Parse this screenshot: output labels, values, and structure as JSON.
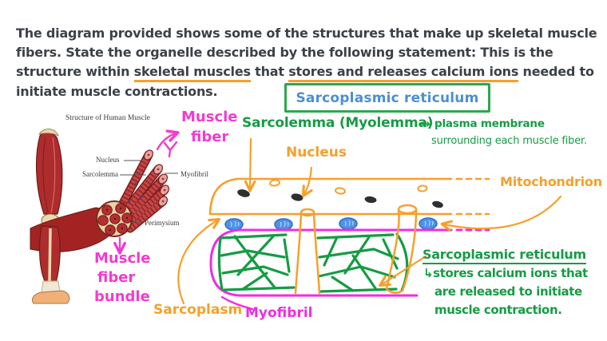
{
  "question": {
    "line1": "The diagram provided shows some of the structures that make up skeletal muscle",
    "line2": "fibers.  State the organelle described by the following statement:  This is the",
    "line3_seg1": "structure within ",
    "line3_seg2": "skeletal muscles",
    "line3_seg3": " that ",
    "line3_seg4": "stores and releases calcium ions",
    "line3_seg5": " needed to",
    "line4": "initiate  muscle  contractions."
  },
  "answer_box": {
    "text": "Sarcoplasmic reticulum"
  },
  "left_figure": {
    "title": "Structure of Human Muscle",
    "nucleus": "Nucleus",
    "sarcolemma": "Sarcolemma",
    "myofibril": "Myofibril",
    "perimysium": "Perimysium",
    "muscle_fiber_line1": "Muscle",
    "muscle_fiber_line2": "fiber",
    "bundle_line1": "Muscle",
    "bundle_line2": "fiber",
    "bundle_line3": "bundle"
  },
  "right_figure": {
    "sarcolemma_label": "Sarcolemma (Myolemma)",
    "note_arrow": "→",
    "note_line1": "plasma  membrane",
    "note_line2": "surrounding each muscle fiber.",
    "nucleus": "Nucleus",
    "mitochondrion": "Mitochondrion",
    "sarcoplasm": "Sarcoplasm",
    "myofibril": "Myofibril",
    "sr_title": "Sarcoplasmic reticulum",
    "sr_line1": "↳stores calcium ions that",
    "sr_line2": "are released to initiate",
    "sr_line3": "muscle contraction."
  },
  "colors": {
    "ink": "#3c4148",
    "orange": "#f5a02b",
    "green": "#169c44",
    "magenta": "#ee2ee2",
    "pink": "#f23bd0",
    "answer_text_blue": "#4d8fd1",
    "answer_border_green": "#2ca84c",
    "mitochondrion_blue": "#4d93e8",
    "nucleus_black": "#2e2e33",
    "muscle_red": "#ae2c2c"
  }
}
